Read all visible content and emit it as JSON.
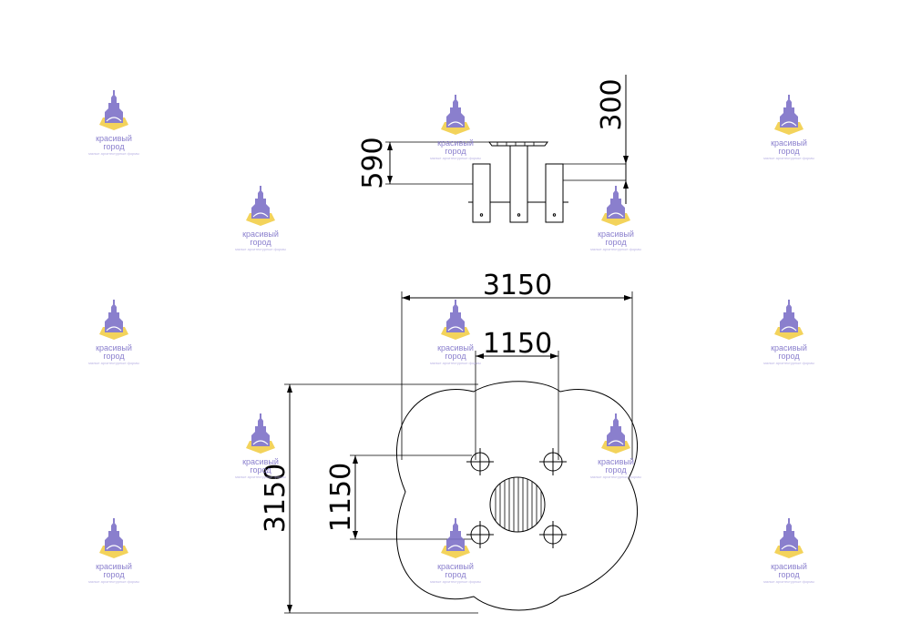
{
  "dimensions": {
    "side_height_590": "590",
    "side_height_300": "300",
    "plan_width_3150": "3150",
    "plan_inner_1150_horizontal": "1150",
    "plan_height_3150": "3150",
    "plan_inner_1150_vertical": "1150"
  },
  "watermark": {
    "brand_line1": "красивый",
    "brand_line2": "город",
    "tagline": "малые архитектурные формы",
    "colors": {
      "logo": "#7e72c8",
      "accent": "#f2cf4a",
      "text": "#7e72c8"
    }
  },
  "colors": {
    "line": "#000000",
    "background": "#ffffff"
  }
}
